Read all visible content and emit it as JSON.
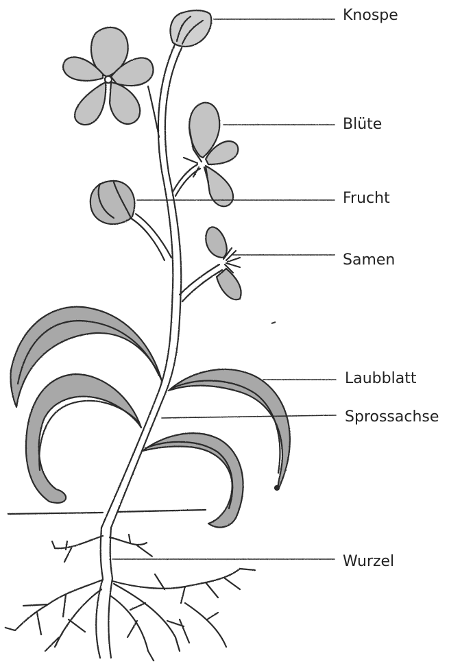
{
  "diagram": {
    "labels": {
      "knospe": "Knospe",
      "bluete": "Blüte",
      "frucht": "Frucht",
      "samen": "Samen",
      "laubblatt": "Laubblatt",
      "sprossachse": "Sprossachse",
      "wurzel": "Wurzel"
    },
    "colors": {
      "ink": "#2a2a2a",
      "petal_fill": "#c9c9c9",
      "leaf_fill": "#a8a8a8",
      "stem_fill": "#9a9a9a"
    }
  }
}
